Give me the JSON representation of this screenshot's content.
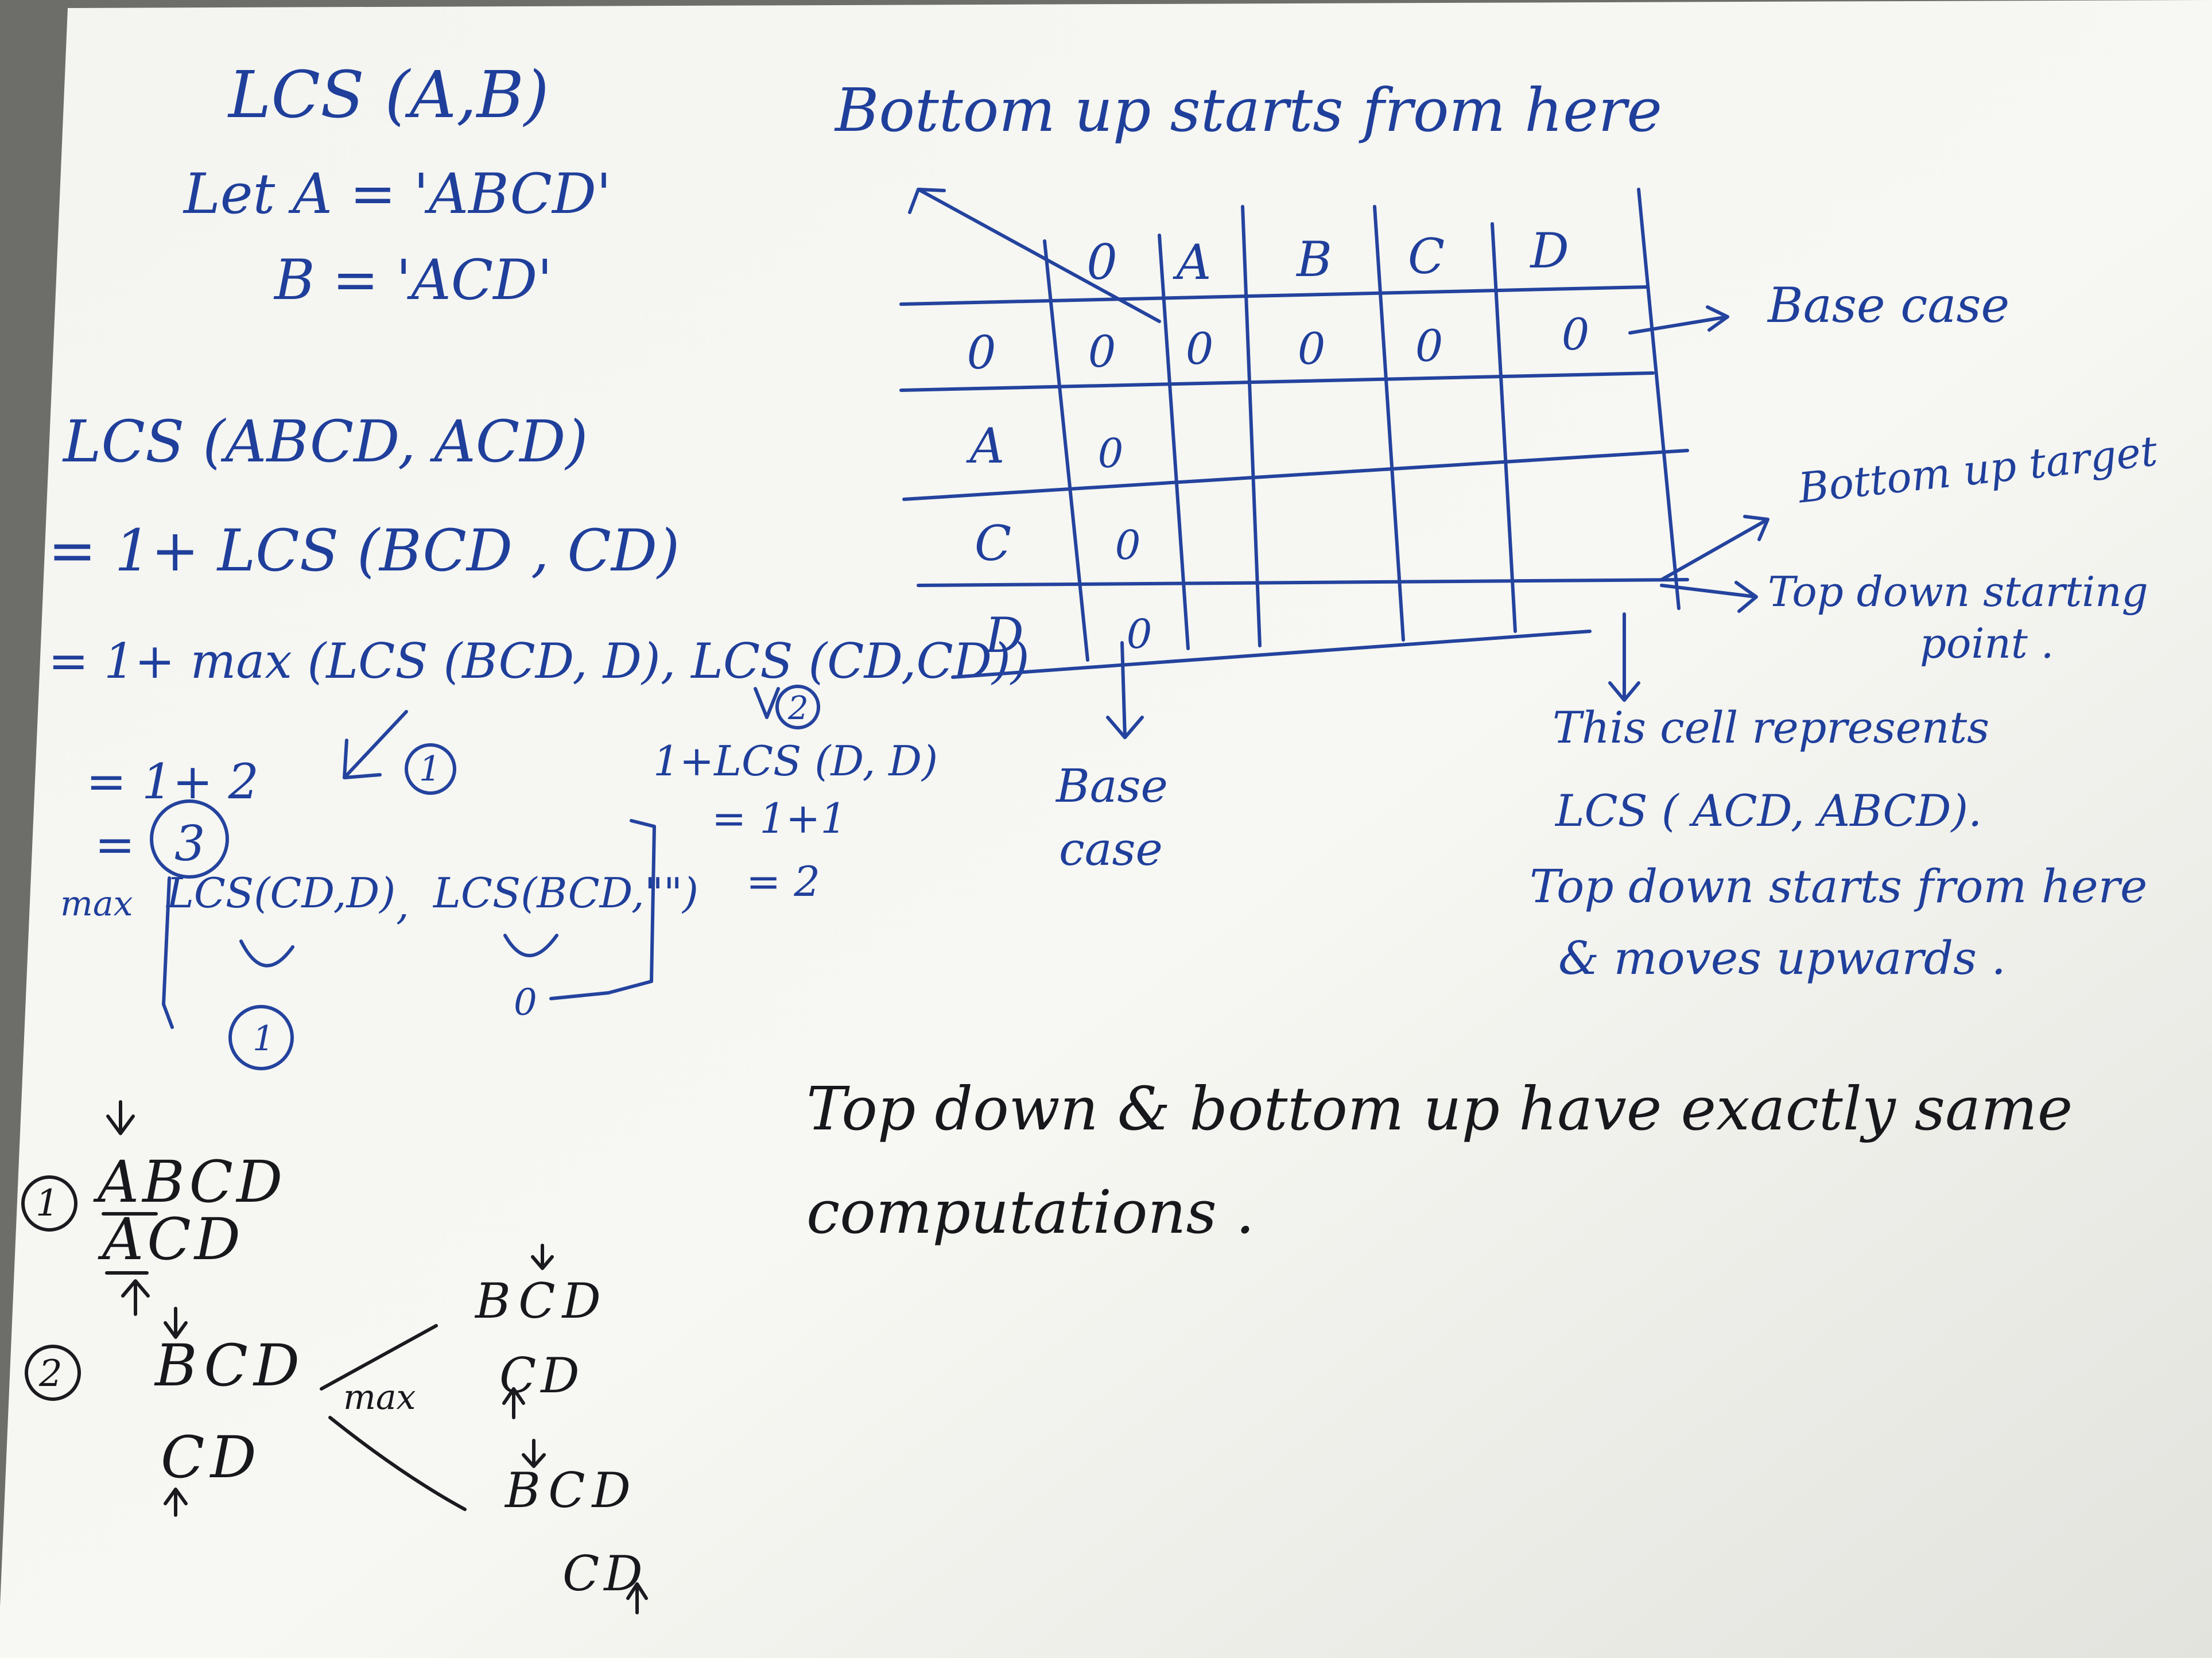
{
  "scene": {
    "surface": "white sheet of paper on dark gray table",
    "ink": {
      "blue": "#1f3f9b",
      "black": "#17181c"
    }
  },
  "left_work": {
    "heading": "LCS (A,B)",
    "def_a": "Let A = 'ABCD'",
    "def_b": "B = 'ACD'",
    "expansion": [
      "LCS (ABCD, ACD)",
      "= 1+ LCS (BCD , CD)",
      "= 1+ max (LCS (BCD, D), LCS (CD,CD))"
    ],
    "branch_right": {
      "marker": "2",
      "call": "1+LCS (D, D)",
      "step": "= 1+1",
      "result": "= 2"
    },
    "branch_left": {
      "marker": "1",
      "step": "= 1+ 2",
      "result": "3"
    },
    "sub_max": {
      "label": "max",
      "left": "LCS(CD,D)",
      "right": "LCS(BCD,\"\")",
      "left_value": "1",
      "right_value": "0"
    },
    "example_1": {
      "marker": "1",
      "top": "ABCD",
      "bottom": "ACD"
    },
    "example_2": {
      "marker": "2",
      "top": "BCD",
      "bottom": "CD",
      "label": "max",
      "upper": {
        "top": "BCD",
        "bottom": "CD"
      },
      "lower": {
        "top": "BCD",
        "bottom": "CD"
      }
    }
  },
  "table": {
    "title": "Bottom up starts from here",
    "columns": [
      "0",
      "A",
      "B",
      "C",
      "D"
    ],
    "rows": [
      {
        "label": "0",
        "cells": [
          "0",
          "0",
          "0",
          "0",
          "0"
        ]
      },
      {
        "label": "A",
        "cells": [
          "0",
          "",
          "",
          "",
          ""
        ]
      },
      {
        "label": "C",
        "cells": [
          "0",
          "",
          "",
          "",
          ""
        ]
      },
      {
        "label": "D",
        "cells": [
          "0",
          "",
          "",
          "",
          ""
        ]
      }
    ],
    "base_case_right": "Base case",
    "base_case_below": [
      "Base",
      "case"
    ],
    "bottom_up_target": "Bottom up target",
    "top_down_start": [
      "Top down starting",
      "point ."
    ]
  },
  "notes": {
    "cell_note": [
      "This cell represents",
      "LCS ( ACD, ABCD).",
      "Top down starts from here",
      "& moves upwards ."
    ],
    "conclusion": [
      "Top down & bottom up have exactly same",
      "computations ."
    ]
  }
}
